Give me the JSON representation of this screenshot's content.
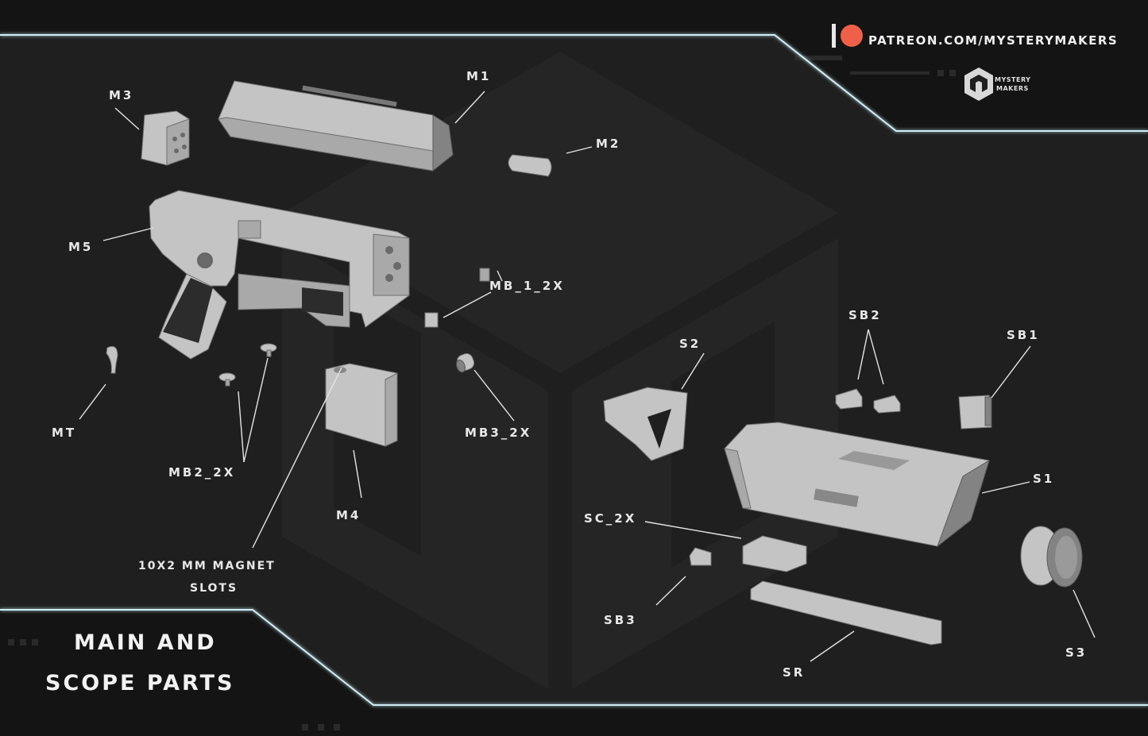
{
  "branding": {
    "patreon_url": "PATREON.COM/MYSTERYMAKERS",
    "logo_line1": "MYSTERY",
    "logo_line2": "MAKERS",
    "patreon_color": "#f06049"
  },
  "title": {
    "line1": "MAIN AND",
    "line2": "SCOPE PARTS"
  },
  "labels": {
    "m1": "M1",
    "m2": "M2",
    "m3": "M3",
    "m4": "M4",
    "m5": "M5",
    "mt": "MT",
    "mb_1_2x": "MB_1_2X",
    "mb2_2x": "MB2_2X",
    "mb3_2x": "MB3_2X",
    "magnet_line1": "10X2 MM MAGNET",
    "magnet_line2": "SLOTS",
    "s1": "S1",
    "s2": "S2",
    "s3": "S3",
    "sb1": "SB1",
    "sb2": "SB2",
    "sb3": "SB3",
    "sc_2x": "SC_2X",
    "sr": "SR"
  },
  "colors": {
    "background": "#141414",
    "panel": "#1e1e1e",
    "frame_glow": "#bfe6f0",
    "part_grey": "#a9a9a9"
  }
}
